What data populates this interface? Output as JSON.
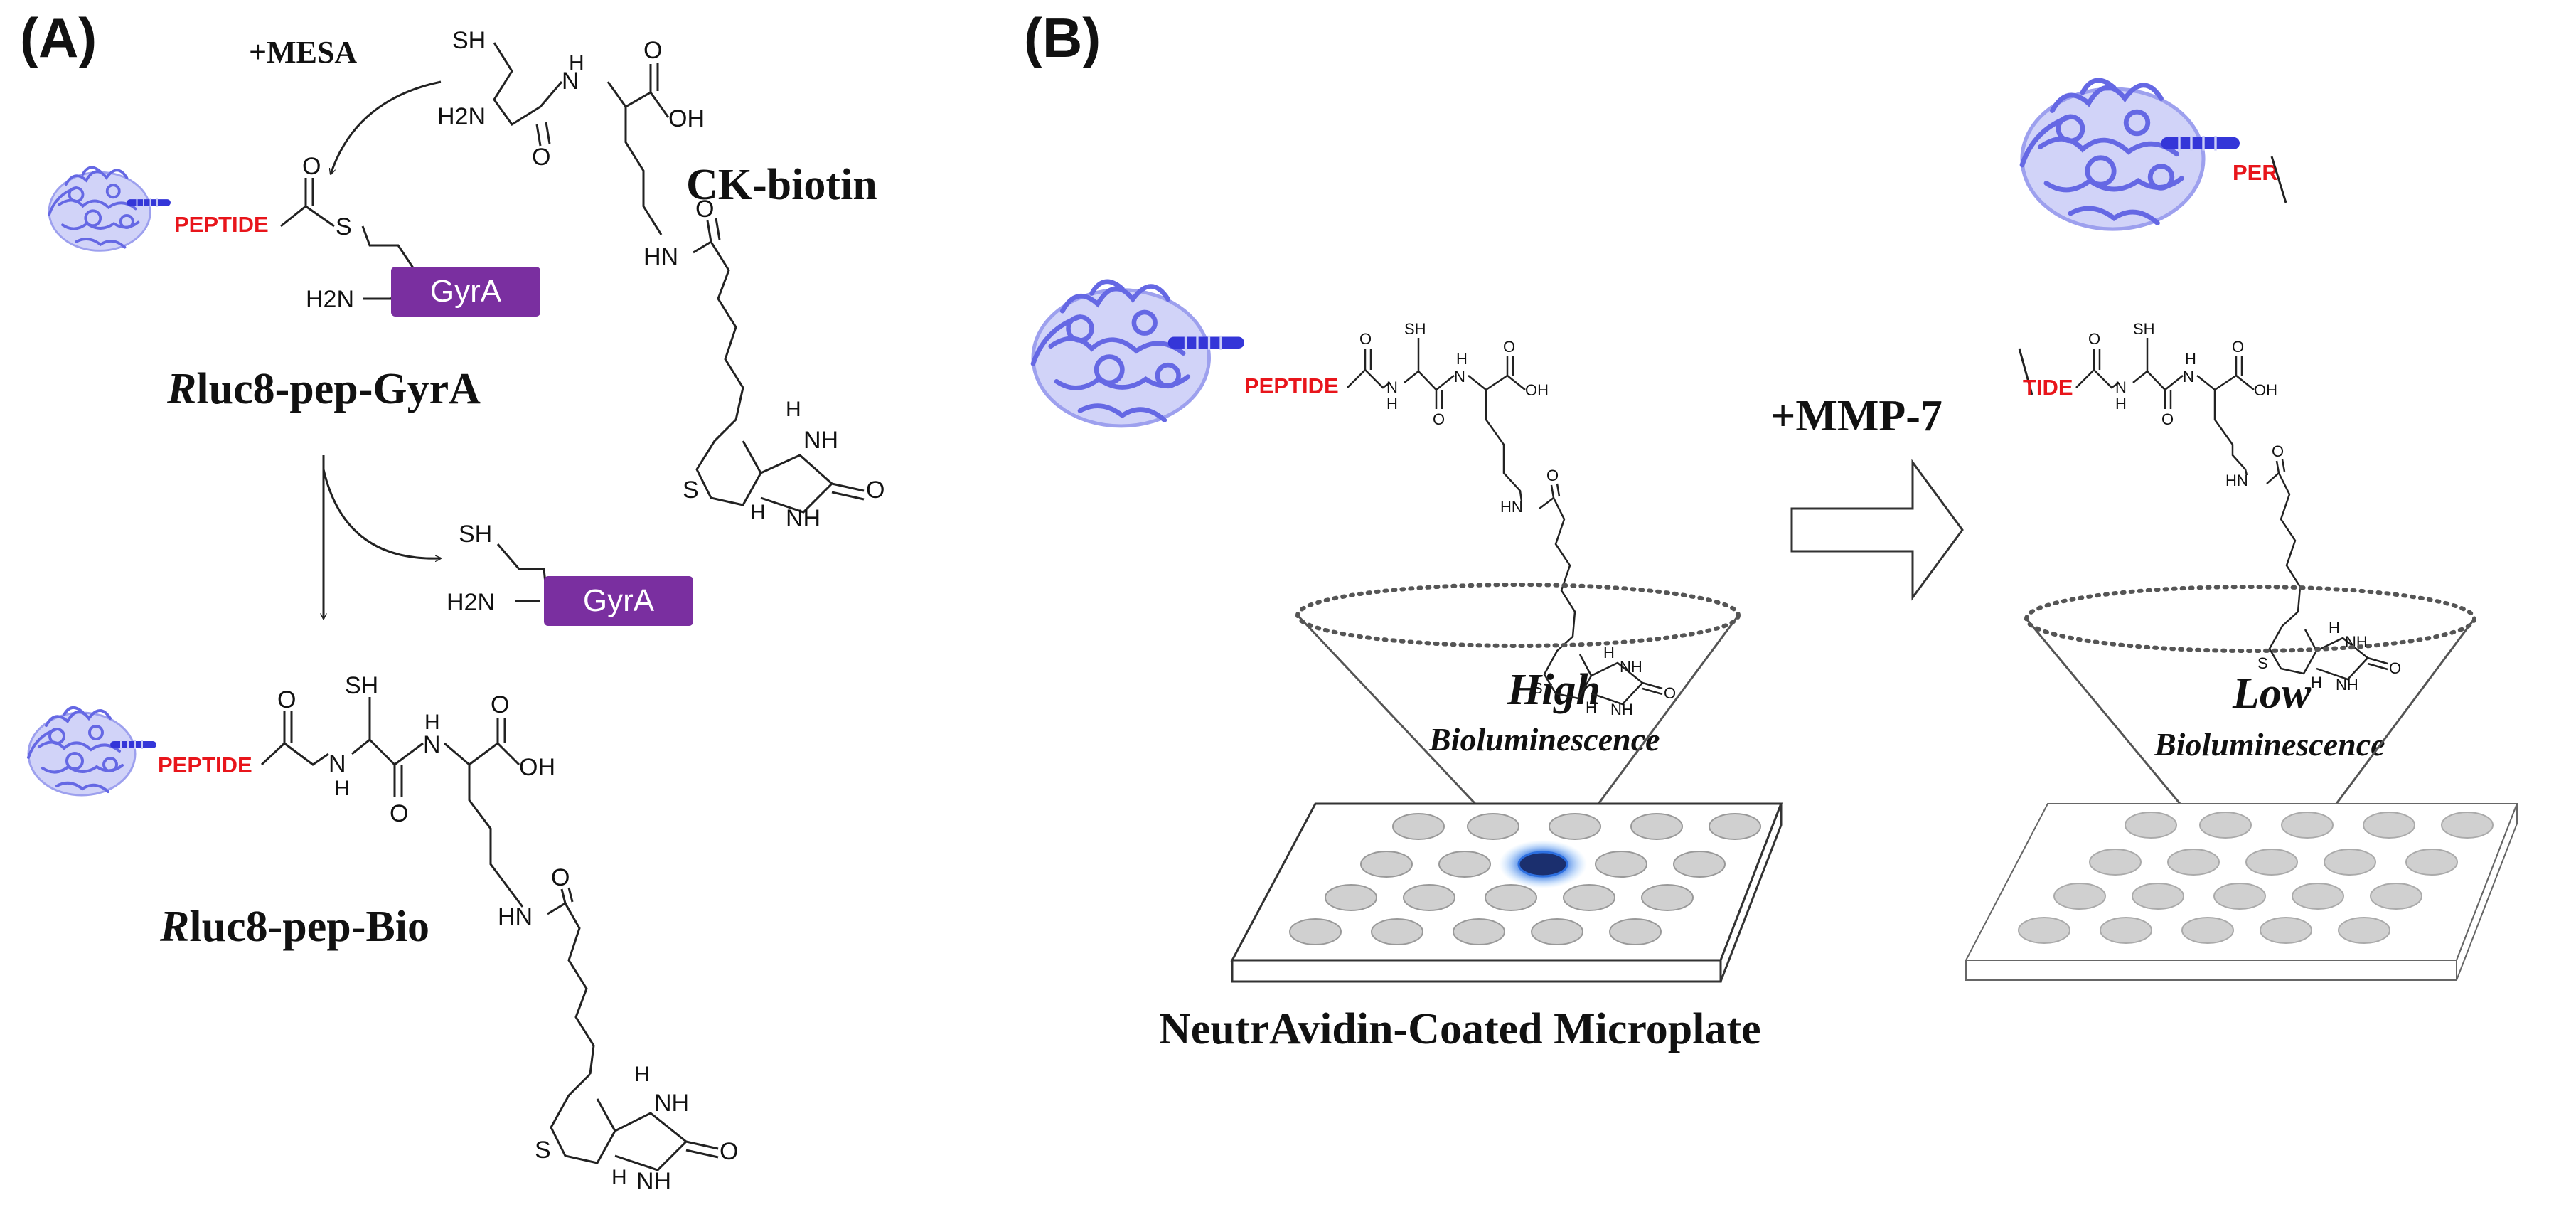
{
  "panels": {
    "a": "(A)",
    "b": "(B)"
  },
  "reagents": {
    "mesa": "+MESA",
    "ck_biotin": "CK-biotin",
    "mmp7": "+MMP-7"
  },
  "constructs": {
    "gyra_prefix": "R",
    "gyra_suffix": "luc8-pep-GyrA",
    "bio_prefix": "R",
    "bio_suffix": "luc8-pep-Bio"
  },
  "tags": {
    "gyra": "GyrA",
    "peptide": "PEPTIDE",
    "per": "PER",
    "tide": "TIDE"
  },
  "atoms": {
    "sh": "SH",
    "h2n": "H2N",
    "nh": "NH",
    "hn": "HN",
    "n": "N",
    "h": "H",
    "o": "O",
    "oh": "OH",
    "s": "S"
  },
  "signal": {
    "high": "High",
    "low": "Low",
    "high_caption": "Bioluminescence",
    "low_caption": "Bioluminescence"
  },
  "plate_label": "NeutrAvidin-Coated Microplate",
  "colors": {
    "peptide": "#e8151b",
    "gyra": "#7a2fa0",
    "protein": "#4b4ee0",
    "well": "#d0d0d0",
    "glow": "#1b2f6e"
  }
}
